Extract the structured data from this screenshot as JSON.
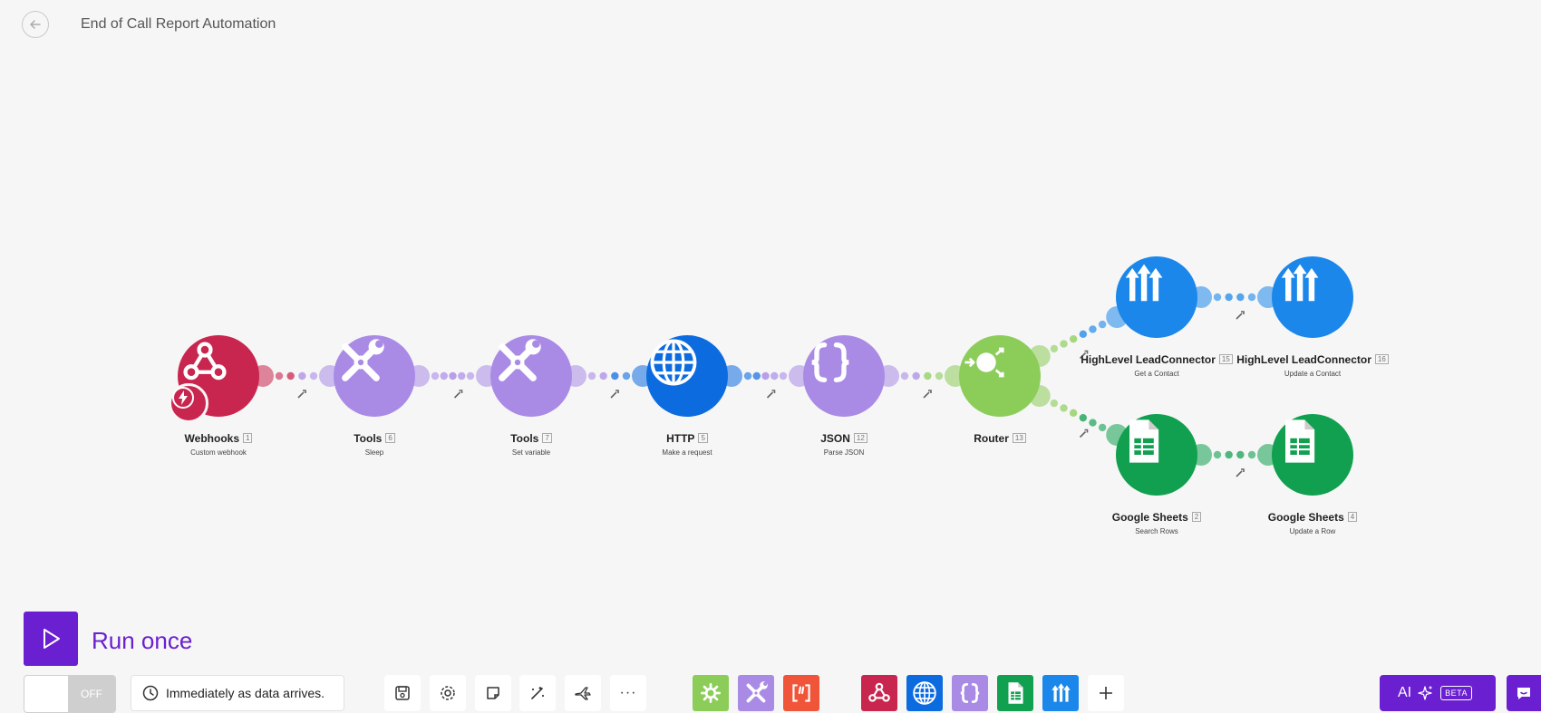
{
  "header": {
    "title": "End of Call Report Automation",
    "back_icon": "arrow-left-icon"
  },
  "colors": {
    "webhooks": "#c9264f",
    "tools": "#a98be6",
    "http": "#0d6be0",
    "json": "#a98be6",
    "router": "#8ccd5a",
    "highlevel": "#1b87ea",
    "sheets": "#11a050",
    "accent": "#6a1fd0"
  },
  "modules": [
    {
      "id": "webhooks",
      "name": "Webhooks",
      "num": "1",
      "action": "Custom webhook",
      "icon": "webhook-icon"
    },
    {
      "id": "tools-sleep",
      "name": "Tools",
      "num": "6",
      "action": "Sleep",
      "icon": "tools-icon"
    },
    {
      "id": "tools-setvar",
      "name": "Tools",
      "num": "7",
      "action": "Set variable",
      "icon": "tools-icon"
    },
    {
      "id": "http",
      "name": "HTTP",
      "num": "5",
      "action": "Make a request",
      "icon": "globe-icon"
    },
    {
      "id": "json",
      "name": "JSON",
      "num": "12",
      "action": "Parse JSON",
      "icon": "braces-icon"
    },
    {
      "id": "router",
      "name": "Router",
      "num": "13",
      "action": "",
      "icon": "router-icon"
    },
    {
      "id": "hl-get",
      "name": "HighLevel LeadConnector",
      "num": "15",
      "action": "Get a Contact",
      "icon": "highlevel-icon"
    },
    {
      "id": "hl-update",
      "name": "HighLevel LeadConnector",
      "num": "16",
      "action": "Update a Contact",
      "icon": "highlevel-icon"
    },
    {
      "id": "gs-search",
      "name": "Google Sheets",
      "num": "2",
      "action": "Search Rows",
      "icon": "sheets-icon"
    },
    {
      "id": "gs-update",
      "name": "Google Sheets",
      "num": "4",
      "action": "Update a Row",
      "icon": "sheets-icon"
    }
  ],
  "toolbar": {
    "run_label": "Run once",
    "toggle_label": "OFF",
    "schedule_text": "Immediately as data arrives.",
    "tools": [
      "save-icon",
      "settings-icon",
      "notes-icon",
      "auto-align-icon",
      "explain-flow-icon",
      "more-icon"
    ],
    "more_glyph": "···",
    "favorites": [
      "flow-control-icon",
      "tools-icon",
      "text-parser-icon",
      "webhook-icon",
      "globe-icon",
      "braces-icon",
      "sheets-icon",
      "highlevel-icon",
      "add-icon"
    ],
    "ai_label": "AI",
    "beta_label": "BETA"
  }
}
